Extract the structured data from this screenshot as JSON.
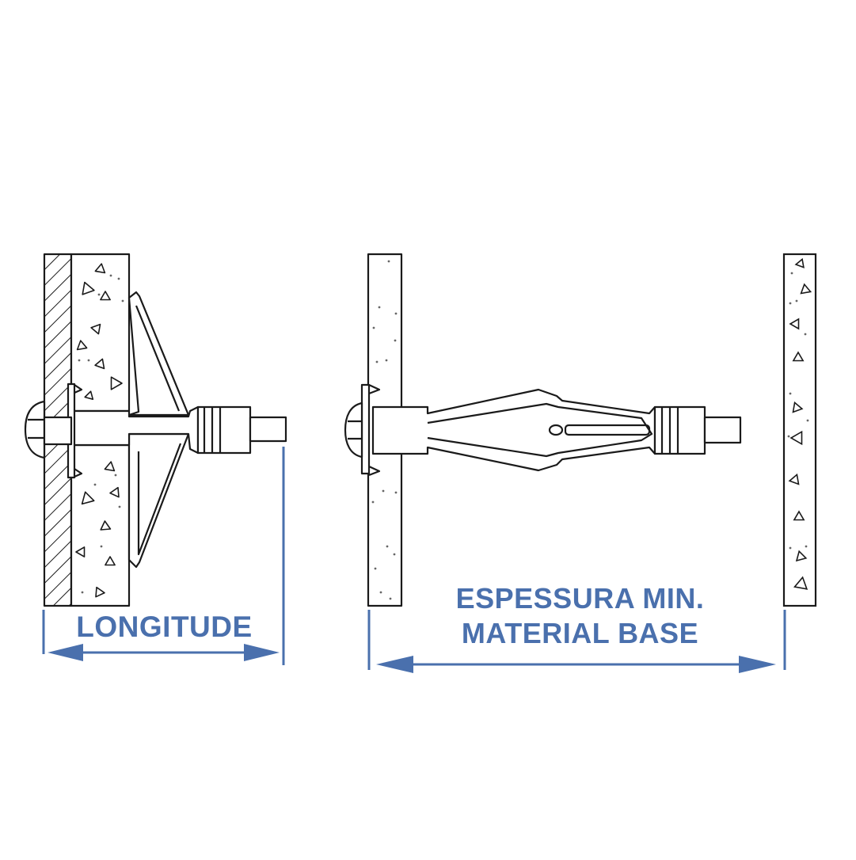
{
  "labels": {
    "longitude": "LONGITUDE",
    "thickness_line1": "ESPESSURA MIN.",
    "thickness_line2": "MATERIAL BASE"
  },
  "colors": {
    "dimension": "#4a70ad",
    "line": "#1a1a1a",
    "background": "#ffffff"
  }
}
